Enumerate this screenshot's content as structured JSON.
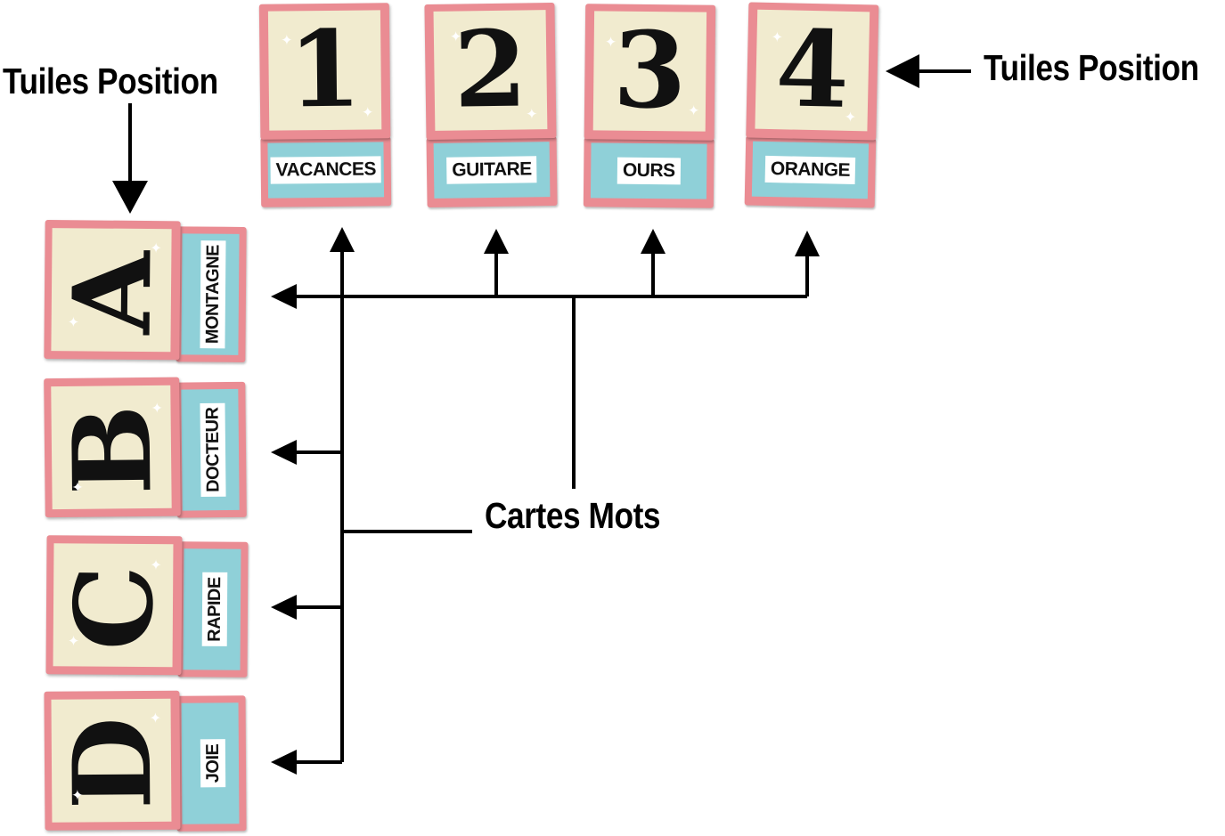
{
  "labels": {
    "tuiles_position_left": "Tuiles Position",
    "tuiles_position_right": "Tuiles Position",
    "cartes_mots": "Cartes Mots"
  },
  "column_tiles": [
    {
      "symbol": "1",
      "word": "VACANCES"
    },
    {
      "symbol": "2",
      "word": "GUITARE"
    },
    {
      "symbol": "3",
      "word": "OURS"
    },
    {
      "symbol": "4",
      "word": "ORANGE"
    }
  ],
  "row_tiles": [
    {
      "symbol": "A",
      "word": "MONTAGNE"
    },
    {
      "symbol": "B",
      "word": "DOCTEUR"
    },
    {
      "symbol": "C",
      "word": "RAPIDE"
    },
    {
      "symbol": "D",
      "word": "JOIE"
    }
  ],
  "colors": {
    "tile_border": "#ea8c93",
    "tile_face": "#f1ebcf",
    "word_card": "#8fd0d8",
    "arrows": "#000000"
  }
}
